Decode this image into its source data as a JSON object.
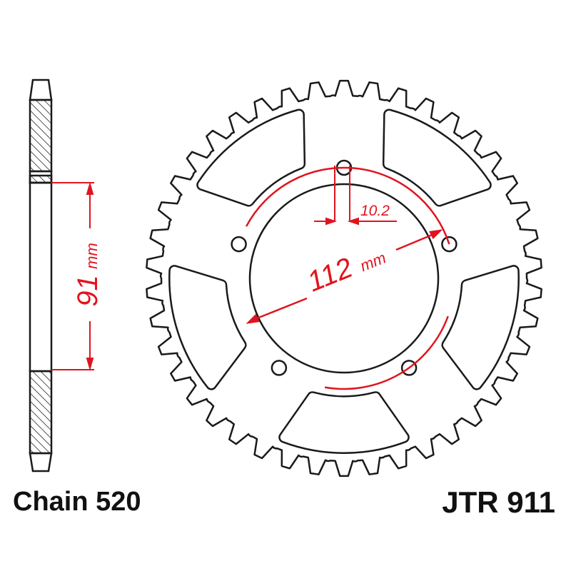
{
  "labels": {
    "chain": "Chain 520",
    "part_number": "JTR 911"
  },
  "dimensions": {
    "hub_width": "91",
    "hub_width_unit": "mm",
    "bolt_circle": "112",
    "bolt_circle_unit": "mm",
    "bolt_hole": "10.2"
  },
  "colors": {
    "outline": "#1a1a1a",
    "dimension": "#e0141e"
  }
}
